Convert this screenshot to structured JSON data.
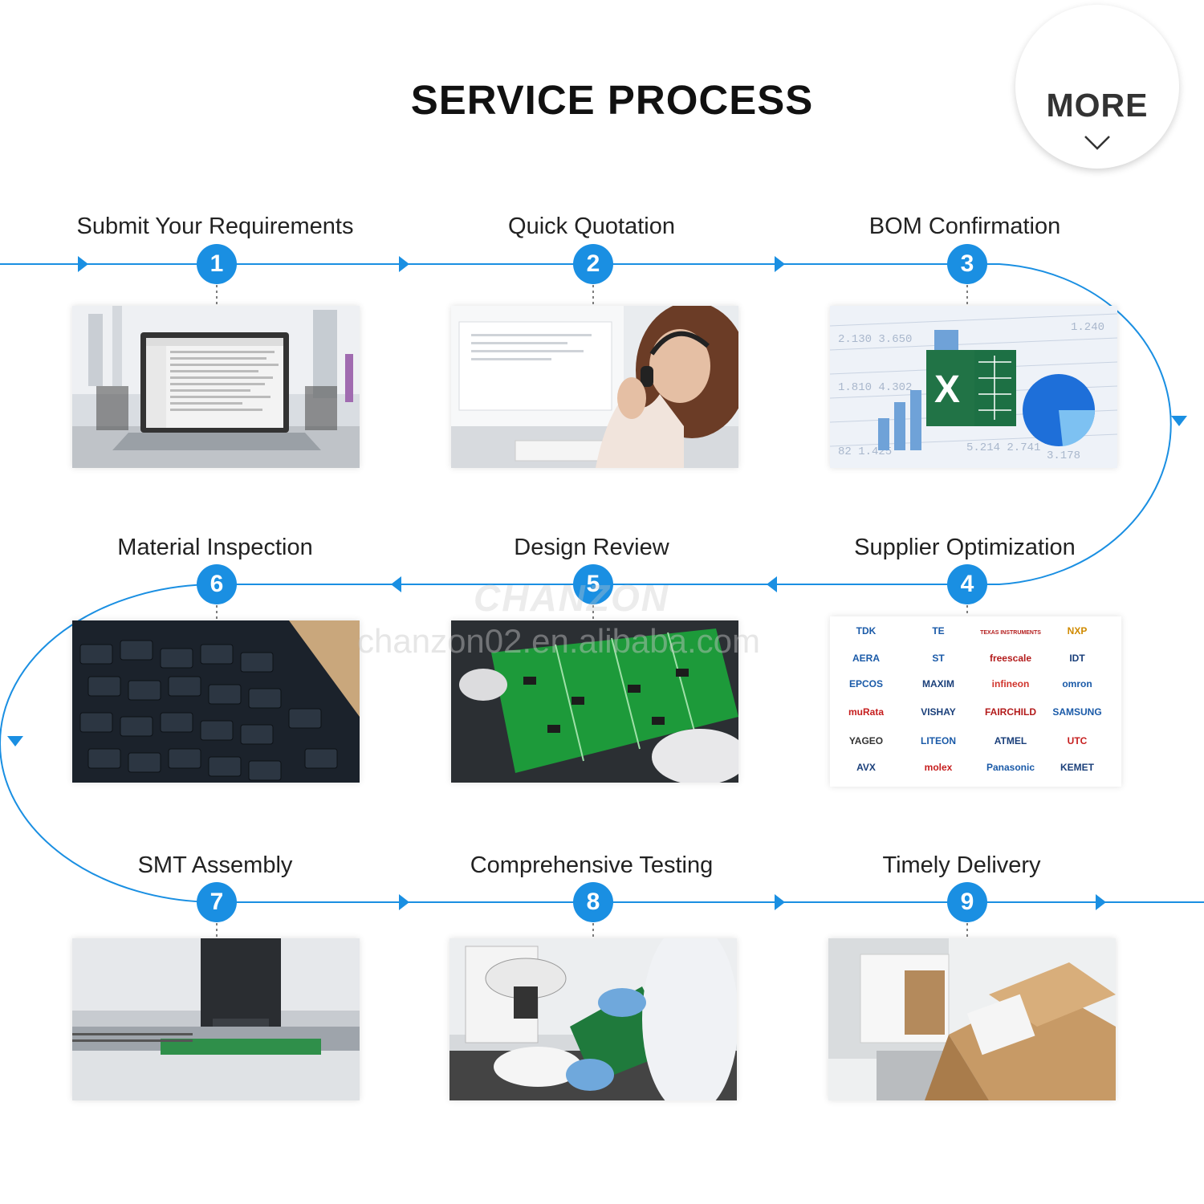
{
  "title": "SERVICE PROCESS",
  "more_button": {
    "label": "MORE",
    "icon": "chevron-down-icon"
  },
  "accent_color": "#1a8fe2",
  "steps": [
    {
      "number": "1",
      "label": "Submit Your Requirements"
    },
    {
      "number": "2",
      "label": "Quick Quotation"
    },
    {
      "number": "3",
      "label": "BOM Confirmation"
    },
    {
      "number": "4",
      "label": "Supplier Optimization"
    },
    {
      "number": "5",
      "label": "Design Review"
    },
    {
      "number": "6",
      "label": "Material Inspection"
    },
    {
      "number": "7",
      "label": "SMT Assembly"
    },
    {
      "number": "8",
      "label": "Comprehensive Testing"
    },
    {
      "number": "9",
      "label": "Timely Delivery"
    }
  ],
  "supplier_logos": [
    [
      "TDK",
      "TE",
      "TEXAS INSTRUMENTS",
      "NXP"
    ],
    [
      "AERA",
      "ST",
      "freescale",
      "IDT"
    ],
    [
      "EPCOS",
      "MAXIM",
      "infineon",
      "omron"
    ],
    [
      "muRata",
      "VISHAY",
      "FAIRCHILD",
      "SAMSUNG"
    ],
    [
      "YAGEO",
      "LITEON",
      "ATMEL",
      "UTC"
    ],
    [
      "AVX",
      "molex",
      "Panasonic",
      "KEMET"
    ]
  ],
  "watermark": {
    "brand": "CHANZON",
    "site": "chanzon02.en.alibaba.com"
  }
}
